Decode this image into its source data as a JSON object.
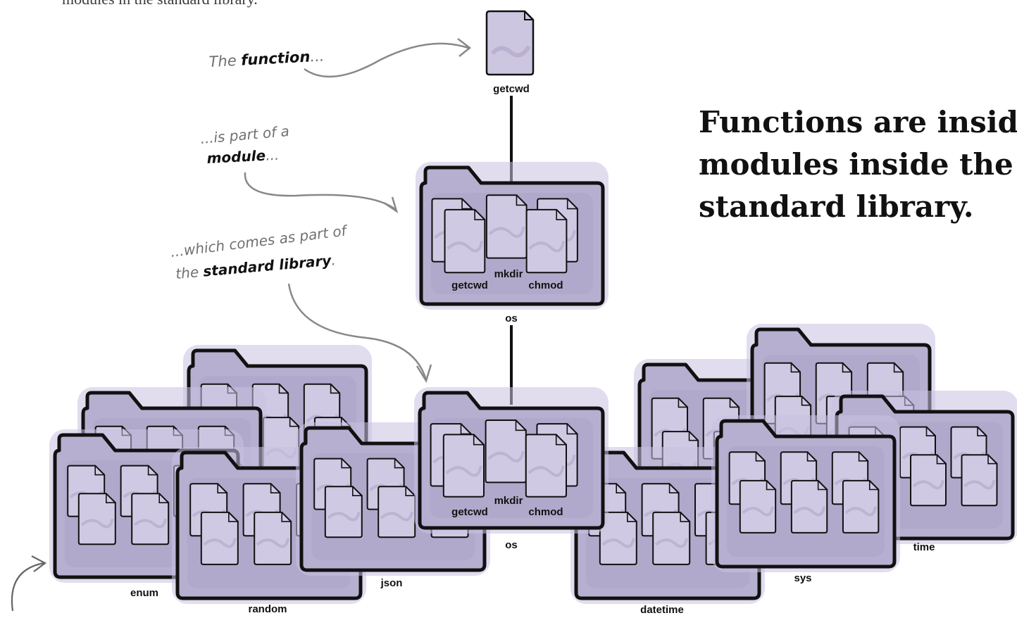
{
  "intro_text": "modules in the standard library.",
  "headline": [
    "Functions are inside",
    "modules inside the",
    "standard library."
  ],
  "annotations": {
    "function_note": {
      "pre": "The ",
      "em": "function",
      "post": "..."
    },
    "module_note": {
      "line1": "...is part of a",
      "em": "module",
      "post": "..."
    },
    "library_note": {
      "line1": "...which comes as part of",
      "pre2": "the ",
      "em": "standard library",
      "post": "."
    }
  },
  "getcwd_file_label": "getcwd",
  "os_module": {
    "label": "os",
    "functions": [
      "getcwd",
      "mkdir",
      "chmod"
    ]
  },
  "library_modules": [
    "enum",
    "random",
    "json",
    "os",
    "datetime",
    "sys",
    "time"
  ],
  "colors": {
    "folder_fill": "#b7afd0",
    "folder_halo": "#c9c1e2",
    "folder_outline": "#111111",
    "file_fill": "#d0c9e3",
    "annotation_gray": "#707070",
    "arrow_gray": "#888888"
  }
}
